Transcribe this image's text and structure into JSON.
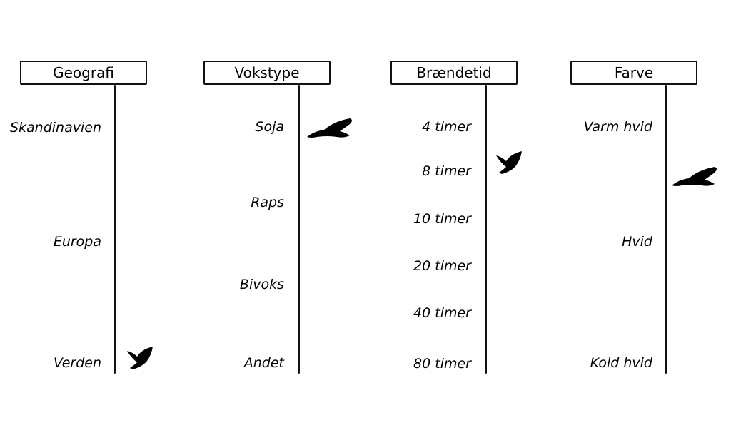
{
  "sliders": [
    {
      "title": "Geografi",
      "options": [
        "Skandinavien",
        "Europa",
        "Verden"
      ],
      "selected_index": 2,
      "selected_value": "Verden",
      "handle_icon": "bird-flapping-icon"
    },
    {
      "title": "Vokstype",
      "options": [
        "Soja",
        "Raps",
        "Bivoks",
        "Andet"
      ],
      "selected_index": 0,
      "selected_value": "Soja",
      "handle_icon": "bird-gliding-icon"
    },
    {
      "title": "Brændetid",
      "options": [
        "4 timer",
        "8 timer",
        "10 timer",
        "20 timer",
        "40 timer",
        "80 timer"
      ],
      "selected_index": 1,
      "selected_value": "8 timer",
      "handle_icon": "bird-flapping-icon"
    },
    {
      "title": "Farve",
      "options": [
        "Varm hvid",
        "Hvid",
        "Kold hvid"
      ],
      "selected_fraction": 0.2,
      "handle_icon": "bird-gliding-icon"
    }
  ],
  "colors": {
    "ink": "#111111",
    "background": "#ffffff"
  }
}
